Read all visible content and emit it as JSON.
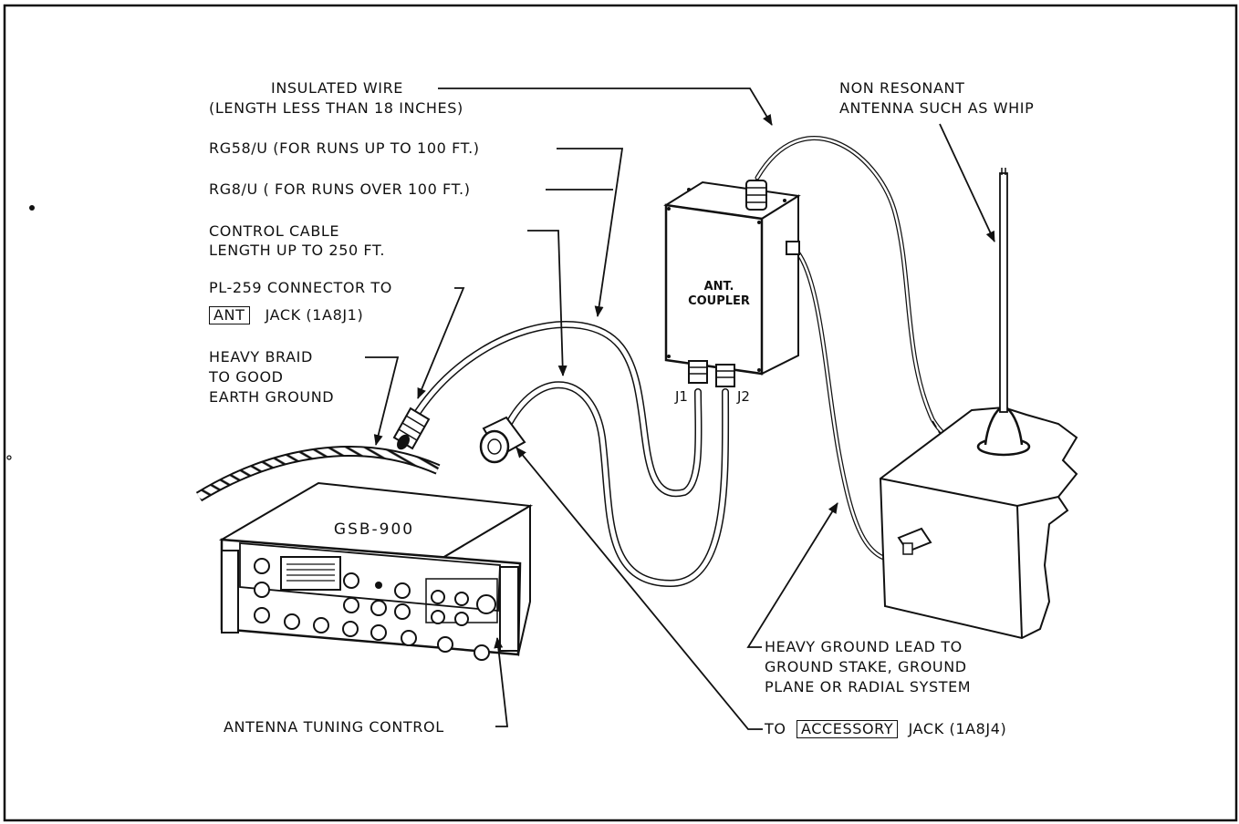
{
  "labels": {
    "insulated_wire": "INSULATED WIRE",
    "insulated_wire_len": "(LENGTH LESS THAN 18 INCHES)",
    "rg58": "RG58/U (FOR RUNS UP TO 100 FT.)",
    "rg8": "RG8/U ( FOR RUNS OVER 100 FT.)",
    "control_cable": "CONTROL CABLE",
    "control_cable_len": "LENGTH UP TO 250 FT.",
    "pl259": "PL-259 CONNECTOR TO",
    "ant_box": "ANT",
    "ant_jack": "JACK (1A8J1)",
    "braid_1": "HEAVY BRAID",
    "braid_2": "TO GOOD",
    "braid_3": "EARTH GROUND",
    "antenna_1": "NON RESONANT",
    "antenna_2": "ANTENNA SUCH AS WHIP",
    "coupler_1": "ANT.",
    "coupler_2": "COUPLER",
    "j1": "J1",
    "j2": "J2",
    "radio_model": "GSB-900",
    "tuning_control": "ANTENNA TUNING CONTROL",
    "ground_1": "HEAVY GROUND LEAD TO",
    "ground_2": "GROUND STAKE, GROUND",
    "ground_3": "PLANE OR RADIAL SYSTEM",
    "accessory_to": "TO",
    "accessory_box": "ACCESSORY",
    "accessory_jack": "JACK (1A8J4)"
  }
}
